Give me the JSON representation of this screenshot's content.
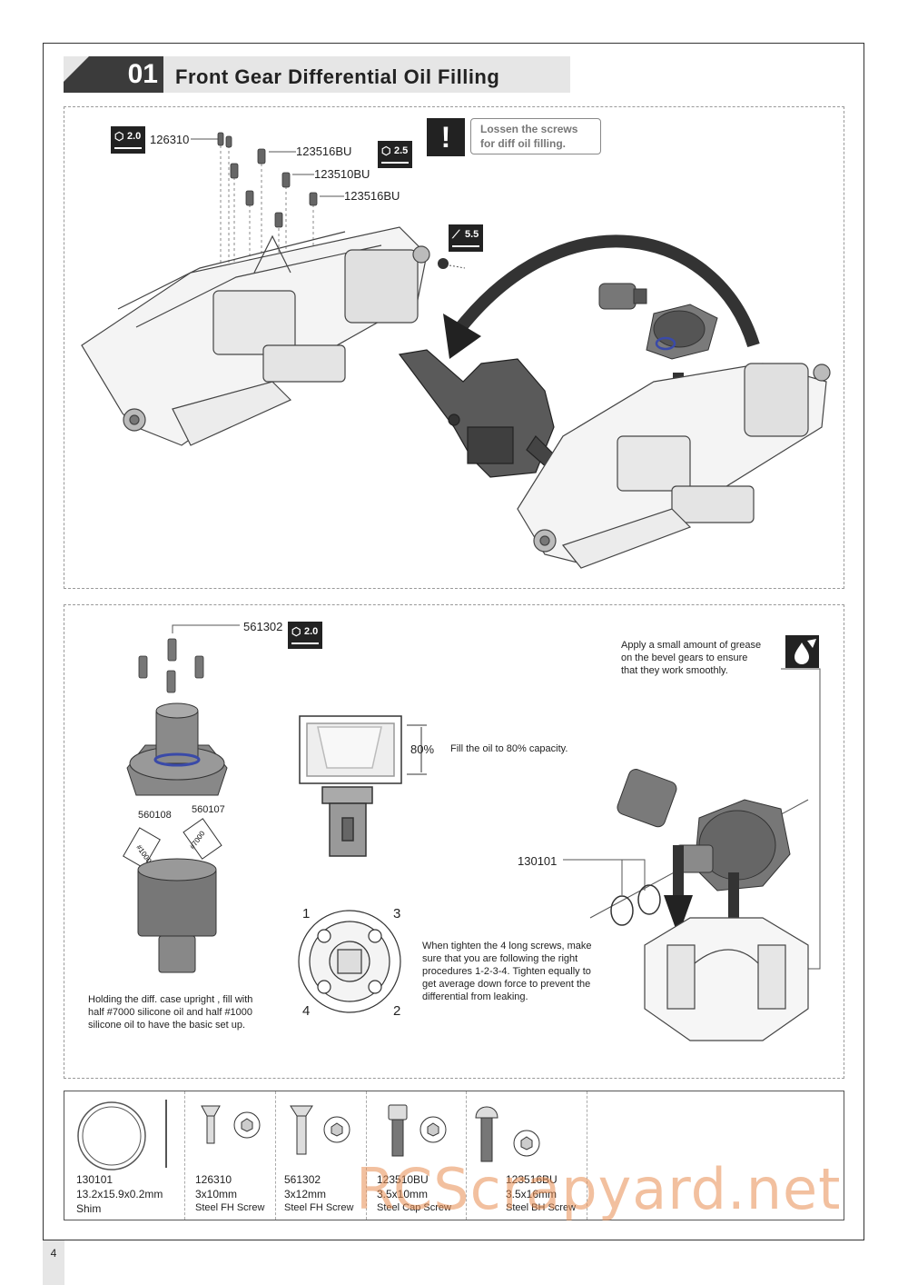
{
  "step": {
    "number": "01",
    "title": "Front Gear Differential Oil Filling"
  },
  "top_panel": {
    "tools": [
      {
        "icon": "hex-driver-icon",
        "size": "2.0"
      },
      {
        "icon": "hex-driver-icon",
        "size": "2.5"
      },
      {
        "icon": "nut-driver-icon",
        "size": "5.5"
      }
    ],
    "parts": [
      "126310",
      "123516BU",
      "123510BU",
      "123516BU"
    ],
    "warning": {
      "icon": "exclamation-icon",
      "text_line1": "Lossen the screws",
      "text_line2": "for diff oil filling."
    }
  },
  "bottom_panel": {
    "screw_part": "561302",
    "tool_size": "2.0",
    "gear_parts": [
      "560108",
      "560107"
    ],
    "oil_labels": [
      "#1000",
      "#7000"
    ],
    "fill_percent": "80%",
    "fill_note": "Fill the oil to 80% capacity.",
    "holding_note": [
      "Holding the diff. case upright , fill with",
      "half #7000 silicone oil and half #1000",
      "silicone oil to have the basic set up."
    ],
    "sequence": [
      "1",
      "3",
      "4",
      "2"
    ],
    "tighten_note": [
      "When tighten the 4 long screws, make",
      "sure that you are following the right",
      "procedures 1-2-3-4. Tighten equally to",
      "get average down force to prevent the",
      "differential from leaking."
    ],
    "grease_note": [
      "Apply a small amount of grease",
      "on the bevel gears to ensure",
      "that they work smoothly."
    ],
    "shim_part": "130101"
  },
  "parts_table": [
    {
      "code": "130101",
      "size": "13.2x15.9x0.2mm",
      "desc": "Shim"
    },
    {
      "code": "126310",
      "size": "3x10mm",
      "desc": "Steel FH Screw"
    },
    {
      "code": "561302",
      "size": "3x12mm",
      "desc": "Steel FH Screw"
    },
    {
      "code": "123510BU",
      "size": "3.5x10mm",
      "desc": "Steel Cap Screw"
    },
    {
      "code": "123516BU",
      "size": "3.5x16mm",
      "desc": "Steel BH Screw"
    }
  ],
  "page_number": "4",
  "watermark": "RCScrapyard.net",
  "colors": {
    "header_dark": "#3b3b3b",
    "header_light": "#e6e6e6",
    "part_blue": "#3a4aa8",
    "watermark": "#e88c50"
  }
}
